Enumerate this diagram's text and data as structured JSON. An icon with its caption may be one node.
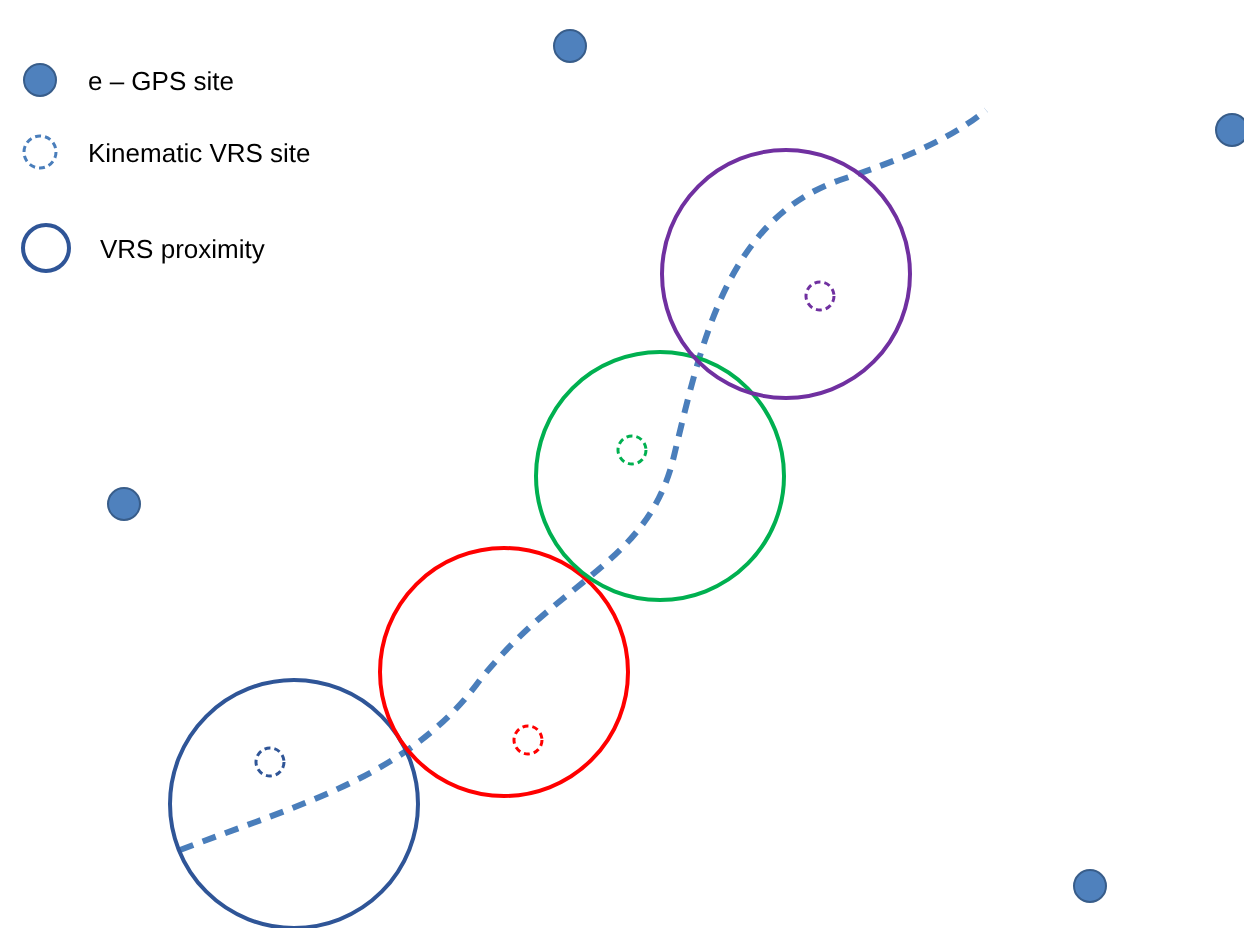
{
  "diagram": {
    "legend": [
      {
        "text": "e – GPS site"
      },
      {
        "text": "Kinematic VRS site"
      },
      {
        "text": "VRS proximity"
      }
    ]
  }
}
